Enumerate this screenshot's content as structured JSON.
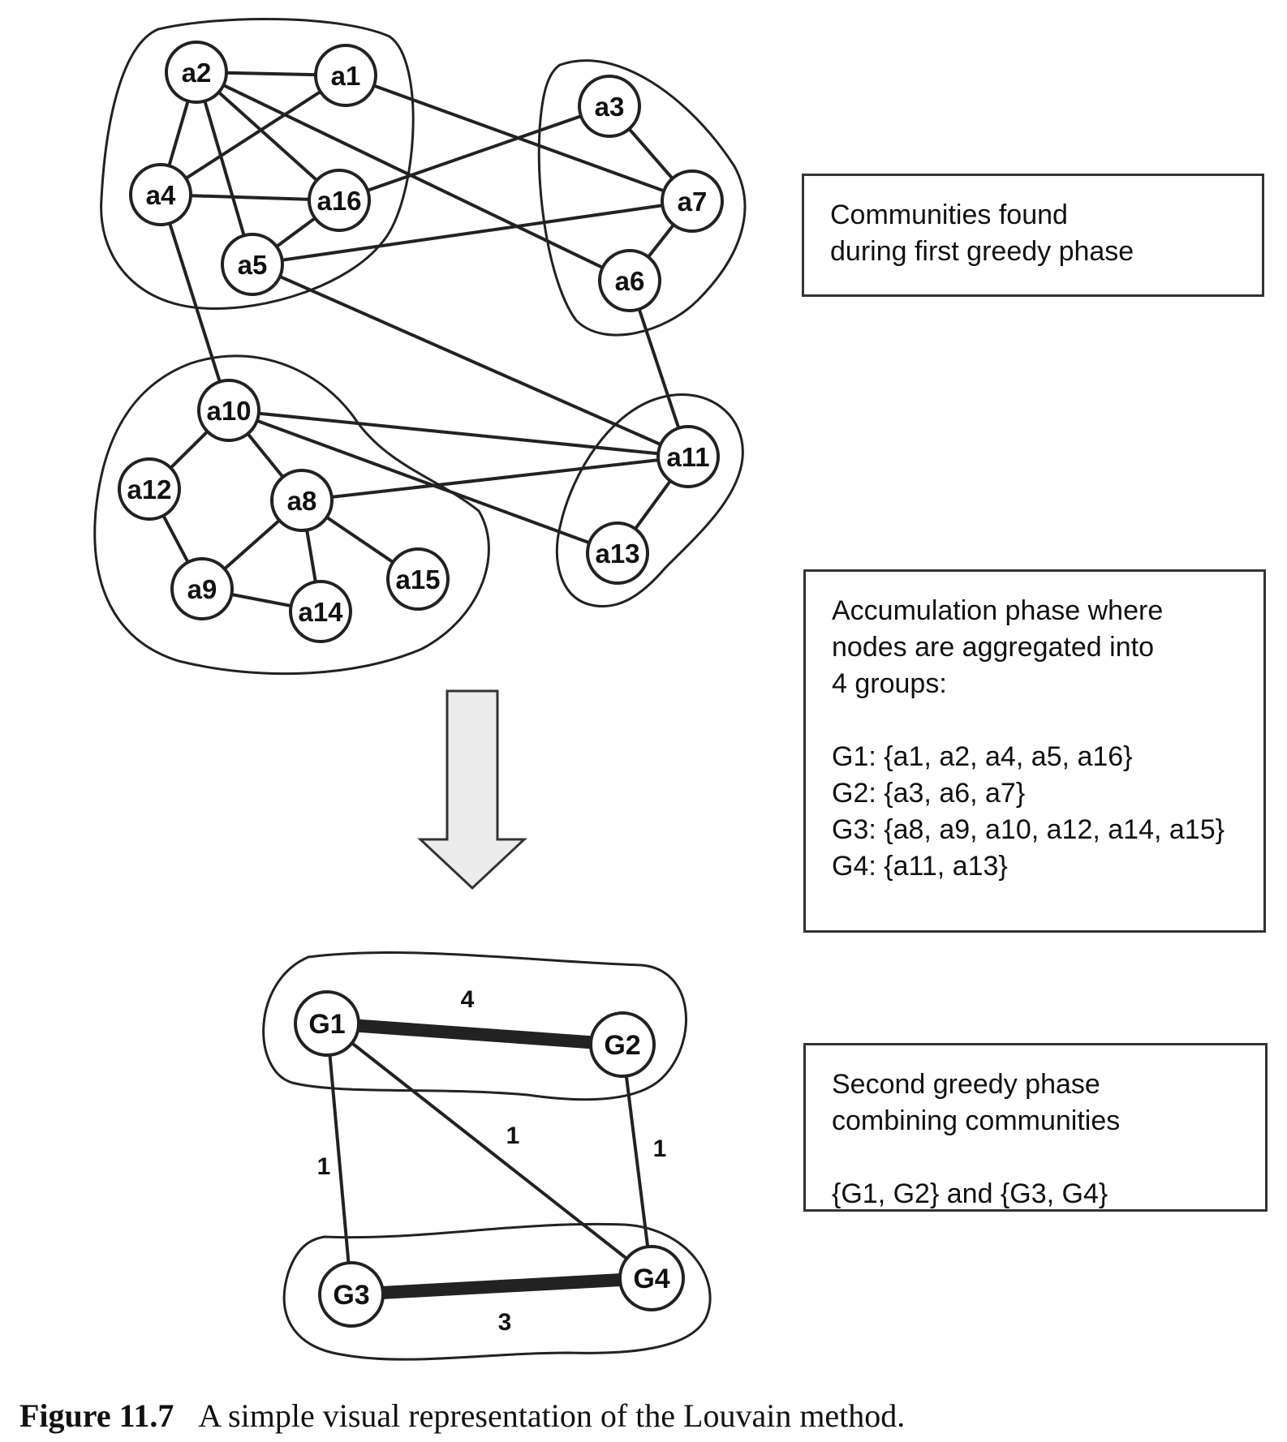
{
  "diagram": {
    "nodes": [
      "a1",
      "a2",
      "a3",
      "a4",
      "a5",
      "a6",
      "a7",
      "a8",
      "a9",
      "a10",
      "a11",
      "a12",
      "a13",
      "a14",
      "a15",
      "a16"
    ],
    "edges": [
      [
        "a2",
        "a1"
      ],
      [
        "a2",
        "a4"
      ],
      [
        "a2",
        "a5"
      ],
      [
        "a2",
        "a16"
      ],
      [
        "a2",
        "a6"
      ],
      [
        "a1",
        "a4"
      ],
      [
        "a1",
        "a7"
      ],
      [
        "a4",
        "a16"
      ],
      [
        "a4",
        "a10"
      ],
      [
        "a16",
        "a5"
      ],
      [
        "a16",
        "a3"
      ],
      [
        "a5",
        "a7"
      ],
      [
        "a5",
        "a11"
      ],
      [
        "a3",
        "a7"
      ],
      [
        "a7",
        "a6"
      ],
      [
        "a6",
        "a11"
      ],
      [
        "a10",
        "a12"
      ],
      [
        "a10",
        "a8"
      ],
      [
        "a10",
        "a11"
      ],
      [
        "a10",
        "a13"
      ],
      [
        "a12",
        "a9"
      ],
      [
        "a8",
        "a9"
      ],
      [
        "a8",
        "a14"
      ],
      [
        "a8",
        "a15"
      ],
      [
        "a8",
        "a11"
      ],
      [
        "a9",
        "a14"
      ],
      [
        "a11",
        "a13"
      ]
    ],
    "communities": [
      "G1",
      "G2",
      "G3",
      "G4"
    ]
  },
  "aggregated": {
    "nodes": [
      "G1",
      "G2",
      "G3",
      "G4"
    ],
    "edges": [
      {
        "from": "G1",
        "to": "G2",
        "weight": "4"
      },
      {
        "from": "G3",
        "to": "G4",
        "weight": "3"
      },
      {
        "from": "G1",
        "to": "G3",
        "weight": "1"
      },
      {
        "from": "G1",
        "to": "G4",
        "weight": "1"
      },
      {
        "from": "G2",
        "to": "G4",
        "weight": "1"
      }
    ]
  },
  "boxes": {
    "phase1": {
      "line1": "Communities found",
      "line2": "during first greedy phase"
    },
    "phase2": {
      "line1": "Accumulation phase where",
      "line2": "nodes are aggregated into",
      "line3": "4 groups:",
      "g1": "G1: {a1, a2, a4, a5, a16}",
      "g2": "G2: {a3, a6, a7}",
      "g3": "G3: {a8, a9, a10, a12, a14, a15}",
      "g4": "G4: {a11, a13}"
    },
    "phase3": {
      "line1": "Second greedy phase",
      "line2": "combining communities",
      "line3": "{G1, G2} and {G3, G4}"
    }
  },
  "caption": {
    "figure": "Figure 11.7",
    "text": "A simple visual representation of the Louvain method."
  }
}
